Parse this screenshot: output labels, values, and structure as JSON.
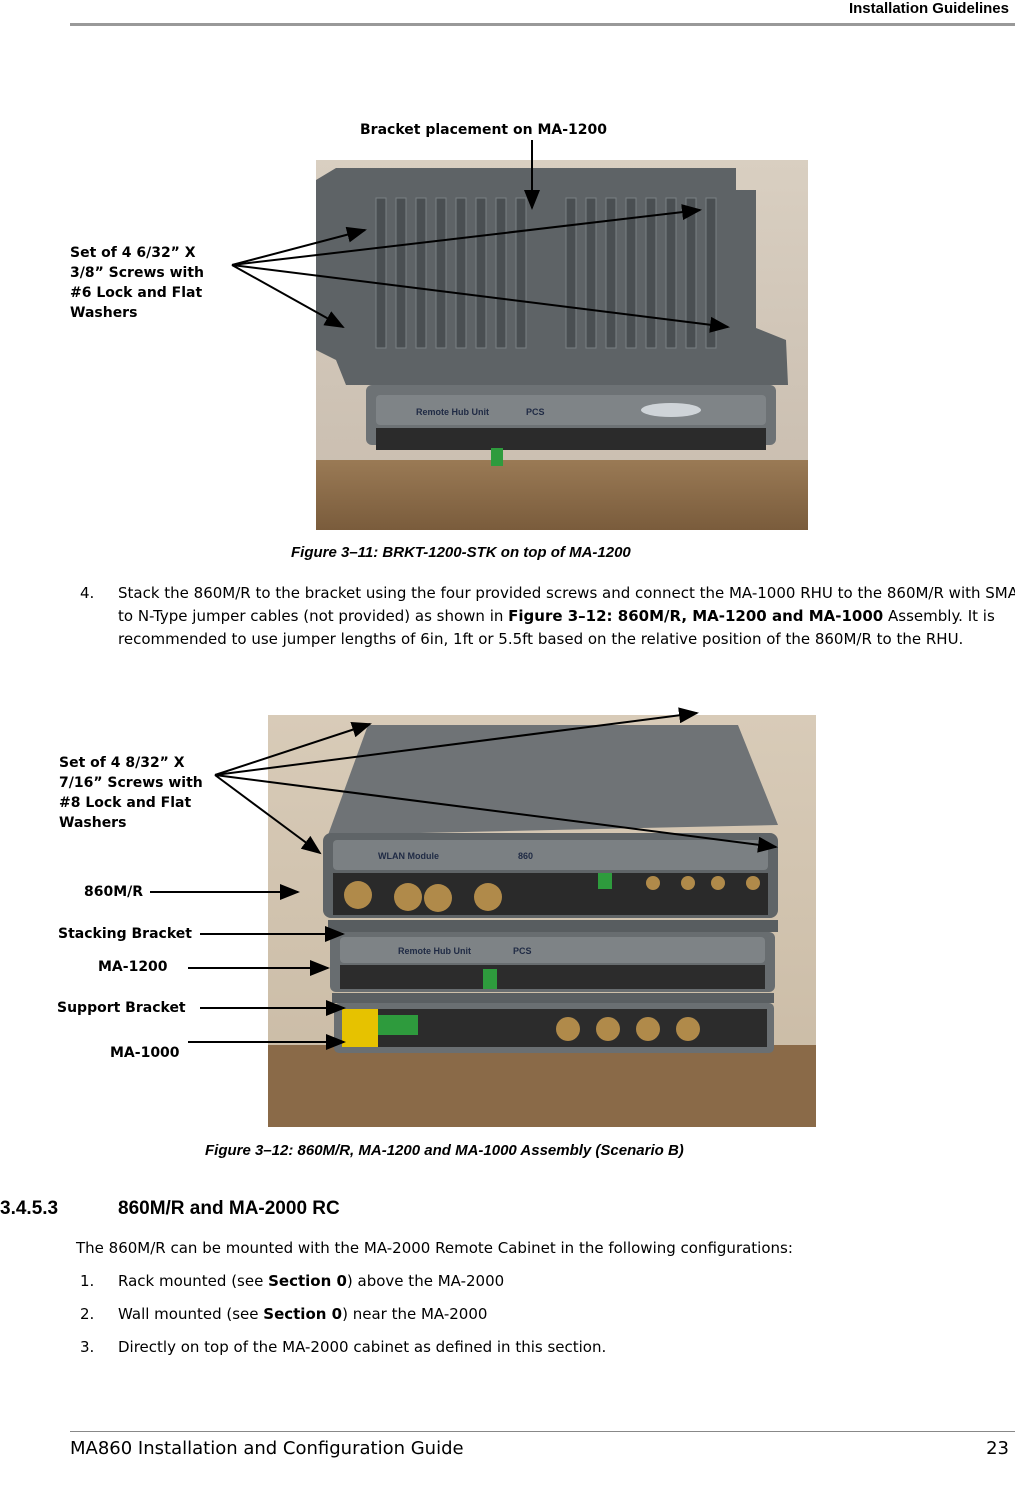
{
  "header": {
    "title": "Installation Guidelines"
  },
  "figure11": {
    "label_top": "Bracket placement on MA-1200",
    "label_left": [
      "Set of 4 6/32” X",
      "3/8” Screws with",
      "#6 Lock and Flat",
      "Washers"
    ],
    "device_text": {
      "left": "Remote Hub Unit",
      "mid": "PCS"
    },
    "caption": "Figure 3–11: BRKT-1200-STK on top of MA-1200"
  },
  "step4": {
    "number": "4.",
    "text_a": "Stack the 860M/R to the bracket using the four provided screws and connect the MA-1000 RHU to the 860M/R with SMA to N-Type jumper cables (not provided) as shown in ",
    "text_bold": "Figure 3–12: 860M/R, MA-1200 and MA-1000",
    "text_b": " Assembly. It is recommended to use jumper lengths of 6in, 1ft or 5.5ft based on the relative position of the 860M/R to the RHU."
  },
  "figure12": {
    "label_screws": [
      "Set of 4 8/32” X",
      "7/16” Screws with",
      "#8 Lock and Flat",
      "Washers"
    ],
    "label_860": "860M/R",
    "label_stacking": "Stacking Bracket",
    "label_ma1200": "MA-1200",
    "label_support": "Support Bracket",
    "label_ma1000": "MA-1000",
    "device_text": {
      "wlan": "WLAN Module",
      "num": "860",
      "rhu": "Remote Hub Unit",
      "pcs": "PCS"
    },
    "caption": "Figure 3–12: 860M/R, MA-1200 and MA-1000 Assembly (Scenario B)"
  },
  "section": {
    "number": "3.4.5.3",
    "title": "860M/R and MA-2000 RC",
    "intro": "The 860M/R can be mounted with the MA-2000 Remote Cabinet in the following configurations:",
    "items": [
      {
        "num": "1.",
        "pre": "Rack mounted (see ",
        "bold": "Section 0",
        "post": ") above the MA-2000"
      },
      {
        "num": "2.",
        "pre": "Wall  mounted (see ",
        "bold": "Section 0",
        "post": ") near the MA-2000"
      },
      {
        "num": "3.",
        "pre": "Directly on top of the MA-2000 cabinet as defined in this section.",
        "bold": "",
        "post": ""
      }
    ]
  },
  "footer": {
    "left": "MA860 Installation and Configuration Guide",
    "page": "23"
  }
}
